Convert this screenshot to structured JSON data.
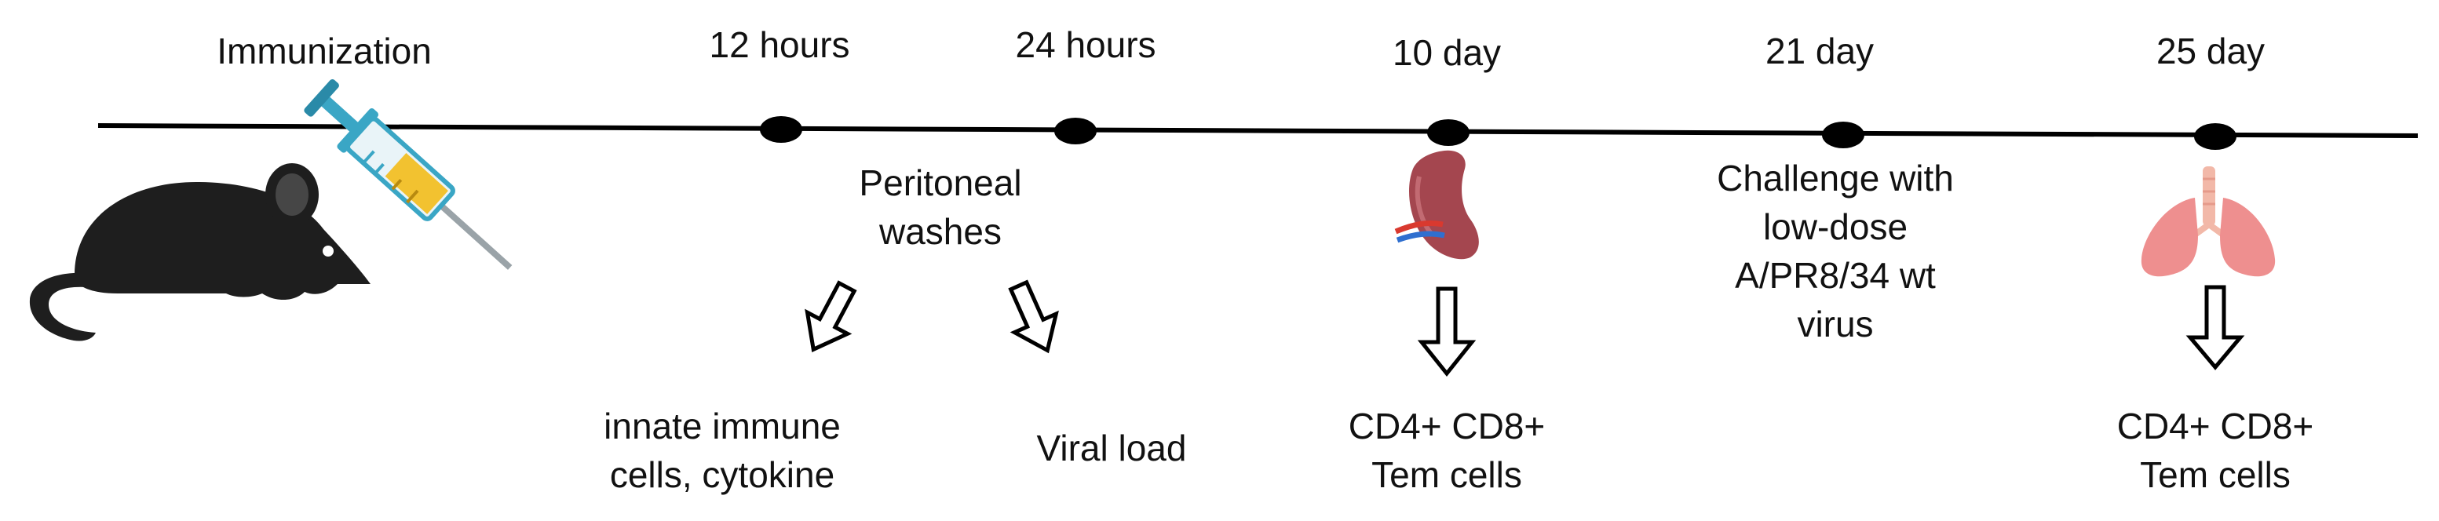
{
  "timepoints": [
    {
      "id": "immunization",
      "label": "Immunization"
    },
    {
      "id": "12h",
      "label": "12 hours"
    },
    {
      "id": "24h",
      "label": "24 hours"
    },
    {
      "id": "10d",
      "label": "10 day"
    },
    {
      "id": "21d",
      "label": "21 day"
    },
    {
      "id": "25d",
      "label": "25 day"
    }
  ],
  "annotations": {
    "peritoneal_washes": "Peritoneal\nwashes",
    "innate_readout": "innate immune\ncells, cytokine",
    "viral_load": "Viral load",
    "spleen_readout": "CD4+ CD8+\nTem cells",
    "challenge": "Challenge with\nlow-dose\nA/PR8/34 wt\nvirus",
    "lung_readout": "CD4+ CD8+\nTem cells"
  },
  "icons": [
    "mouse-icon",
    "syringe-icon",
    "spleen-icon",
    "lung-icon",
    "arrow-down-icon"
  ],
  "colors": {
    "line": "#000000",
    "mouse": "#1e1e1e",
    "syringe_liquid": "#f2c230",
    "syringe_metal": "#3aa6c5",
    "spleen": "#a4464f",
    "lung": "#ee8f8f",
    "trachea": "#f2b8a8"
  }
}
